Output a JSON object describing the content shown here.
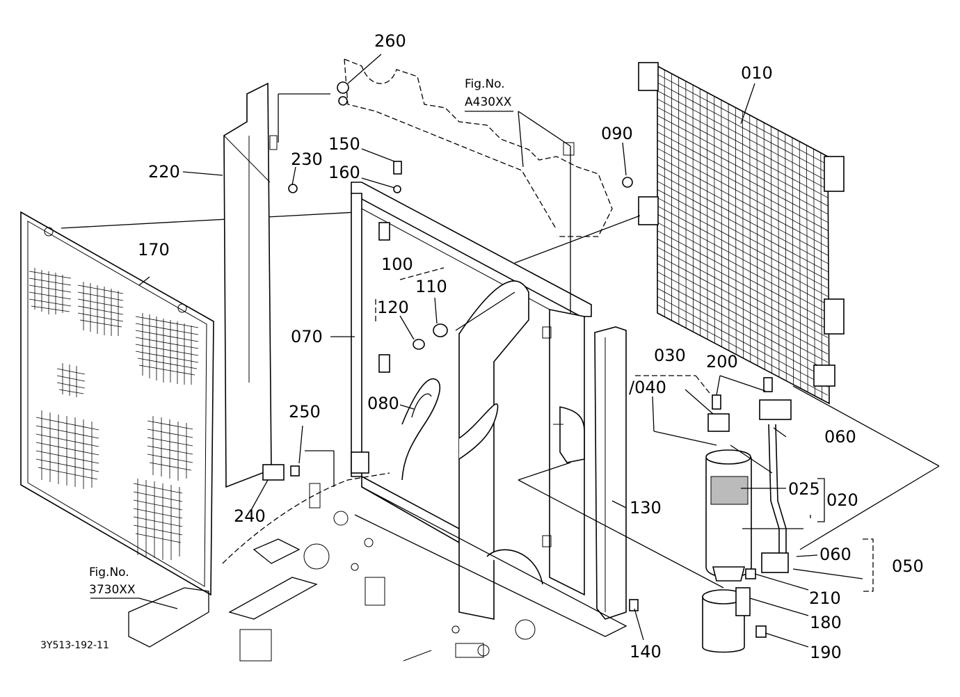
{
  "parts": [
    {
      "id": "p010",
      "label": "010"
    },
    {
      "id": "p020",
      "label": "020"
    },
    {
      "id": "p025",
      "label": "025"
    },
    {
      "id": "p030",
      "label": "030"
    },
    {
      "id": "p040",
      "label": "/040"
    },
    {
      "id": "p050",
      "label": "050"
    },
    {
      "id": "p060a",
      "label": "060"
    },
    {
      "id": "p060b",
      "label": "060"
    },
    {
      "id": "p070",
      "label": "070"
    },
    {
      "id": "p080",
      "label": "080"
    },
    {
      "id": "p090",
      "label": "090"
    },
    {
      "id": "p100",
      "label": "100"
    },
    {
      "id": "p110",
      "label": "110"
    },
    {
      "id": "p120",
      "label": "120"
    },
    {
      "id": "p130",
      "label": "130"
    },
    {
      "id": "p140",
      "label": "140"
    },
    {
      "id": "p150",
      "label": "150"
    },
    {
      "id": "p160",
      "label": "160"
    },
    {
      "id": "p170",
      "label": "170"
    },
    {
      "id": "p180",
      "label": "180"
    },
    {
      "id": "p190",
      "label": "190"
    },
    {
      "id": "p200",
      "label": "200"
    },
    {
      "id": "p210",
      "label": "210"
    },
    {
      "id": "p220",
      "label": "220"
    },
    {
      "id": "p230",
      "label": "230"
    },
    {
      "id": "p240",
      "label": "240"
    },
    {
      "id": "p250",
      "label": "250"
    },
    {
      "id": "p260",
      "label": "260"
    }
  ],
  "fig_refs": [
    {
      "id": "fig1",
      "line1": "Fig.No.",
      "line2": "A430XX"
    },
    {
      "id": "fig2",
      "line1": "Fig.No.",
      "line2": "3730XX"
    }
  ],
  "drawing_code": "3Y513-192-11"
}
